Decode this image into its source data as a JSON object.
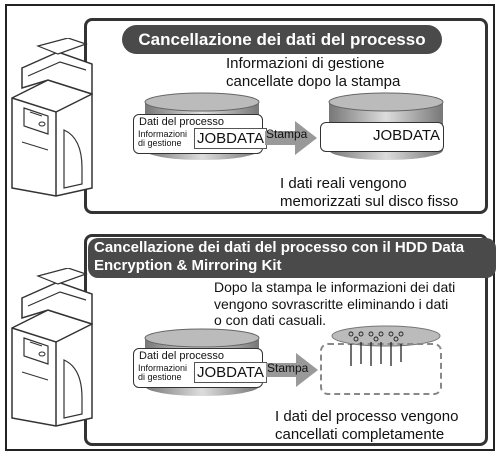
{
  "panel1": {
    "title": "Cancellazione dei dati del processo",
    "note_line1": "Informazioni di gestione",
    "note_line2": "cancellate dopo la stampa",
    "data_label": "Dati del processo",
    "info_line1": "Informazioni",
    "info_line2": "di gestione",
    "job_text": "JOBDATA",
    "arrow_label": "Stampa",
    "result_line1": "I dati reali vengono",
    "result_line2": "memorizzati sul disco fisso"
  },
  "panel2": {
    "title_line1": "Cancellazione dei dati del processo con il HDD Data",
    "title_line2": "Encryption & Mirroring Kit",
    "note_line1": "Dopo la stampa le informazioni dei dati",
    "note_line2": "vengono sovrascritte eliminando i dati",
    "note_line3": "o con dati casuali.",
    "data_label": "Dati del processo",
    "info_line1": "Informazioni",
    "info_line2": "di gestione",
    "job_text": "JOBDATA",
    "arrow_label": "Stampa",
    "result_line1": "I dati del processo vengono",
    "result_line2": "cancellati completamente"
  }
}
